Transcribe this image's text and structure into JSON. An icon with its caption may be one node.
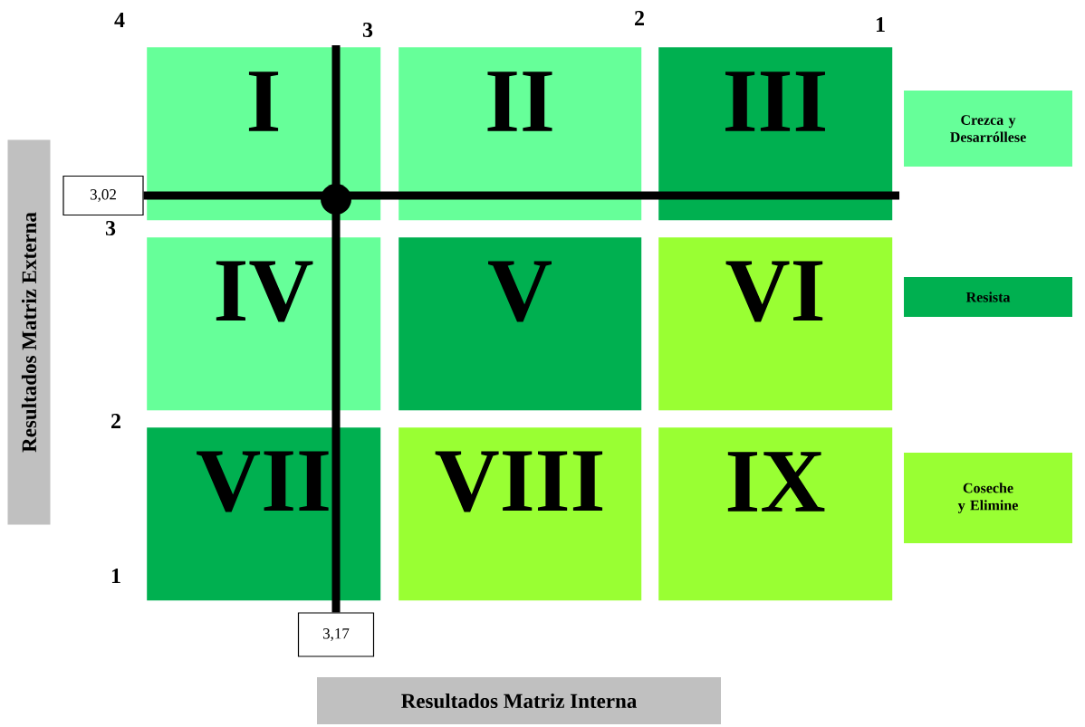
{
  "diagram": {
    "nodes": [
      {
        "text": [
          "I"
        ]
      },
      {
        "text": [
          "II"
        ]
      },
      {
        "text": [
          "III"
        ]
      },
      {
        "text": [
          "IV"
        ]
      },
      {
        "text": [
          "V"
        ]
      },
      {
        "text": [
          "VI"
        ]
      },
      {
        "text": [
          "VII"
        ]
      },
      {
        "text": [
          "VIII"
        ]
      },
      {
        "text": [
          "IX"
        ]
      },
      {
        "text": [
          "3,02"
        ]
      },
      {
        "text": [
          "3,17"
        ]
      },
      {
        "text": [
          "Resultados Matriz Externa"
        ]
      },
      {
        "text": [
          "Resultados Matriz Interna"
        ]
      }
    ],
    "labels": [
      "4",
      "3",
      "2",
      "1",
      "3",
      "2",
      "1"
    ],
    "legend": [
      {
        "text": "Crezca y Desarróllese",
        "color": "#66ff99"
      },
      {
        "text": "Resista",
        "color": "#00b050"
      },
      {
        "text": "Coseche y Elimine",
        "color": "#99ff33"
      }
    ]
  }
}
